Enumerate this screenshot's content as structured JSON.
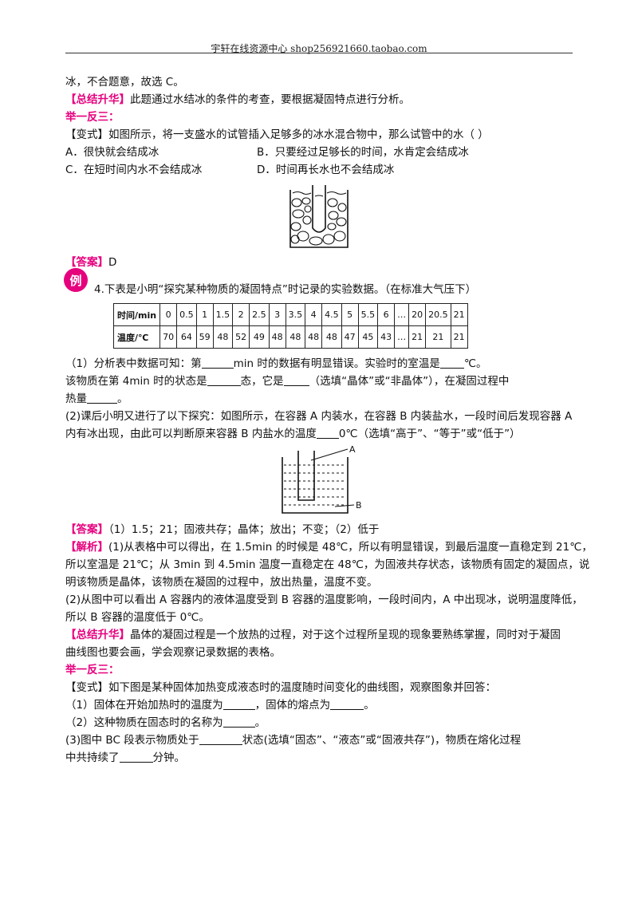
{
  "header": {
    "text": "宇轩在线资源中心   shop256921660.taobao.com"
  },
  "lines": {
    "l1": "冰，不合题意，故选 C。",
    "l2_tag": "【总结升华】",
    "l2_text": "此题通过水结冰的条件的考查，要根据凝固特点进行分析。",
    "l3": "举一反三：",
    "l4": "【变式】如图所示，将一支盛水的试管插入足够多的冰水混合物中，那么试管中的水（      ）",
    "optA": "A．很快就会结成冰",
    "optB": "B．只要经过足够长的时间，水肯定会结成冰",
    "optC": "C．在短时间内水不会结成冰",
    "optD": "D．时间再长水也不会结成冰",
    "ans1_tag": "【答案】",
    "ans1_text": "D",
    "ex_badge": "例",
    "q4": "4.下表是小明“探究某种物质的凝固特点”时记录的实验数据。（在标准大气压下）",
    "p1a": "（1）分析表中数据可知：第",
    "p1b": "min 时的数据有明显错误。实验时的室温是",
    "p1c": "℃。",
    "p2a": "该物质在第 4min 时的状态是",
    "p2b": "态，它是",
    "p2c": "（选填“晶体”或“非晶体”），在凝固过程中",
    "p3a": "热量",
    "p3b": "。",
    "p4": "(2)课后小明又进行了以下探究：如图所示，在容器 A 内装水，在容器 B 内装盐水，一段时间后发现容器 A",
    "p5a": "内有冰出现，由此可以判断原来容器 B 内盐水的温度",
    "p5b": "0℃（选填“高于”、“等于”或“低于”）",
    "ans2_tag": "【答案】",
    "ans2_text": "（1）1.5；21；固液共存；晶体；放出；不变；（2）低于",
    "exp_tag": "【解析】",
    "exp1": "(1)从表格中可以得出，在 1.5min 的时候是 48℃，所以有明显错误，到最后温度一直稳定到 21℃，",
    "exp2": "所以室温是 21℃；从 3min 到 4.5min 温度一直稳定在 48℃，为固液共存状态，该物质有固定的凝固点，说",
    "exp3": "明该物质是晶体，该物质在凝固的过程中，放出热量，温度不变。",
    "exp4": "(2)从图中可以看出 A 容器内的液体温度受到 B 容器的温度影响，一段时间内，A 中出现冰，说明温度降低，",
    "exp5": "所以 B 容器的温度低于 0℃。",
    "sum2_tag": "【总结升华】",
    "sum2_text": "晶体的凝固过程是一个放热的过程，对于这个过程所呈现的现象要熟练掌握，同时对于凝固",
    "sum2_cont": "曲线图也要会画，学会观察记录数据的表格。",
    "jf2": "举一反三：",
    "v2": "【变式】如下图是某种固体加热变成液态时的温度随时间变化的曲线图，观察图象并回答：",
    "v2q1a": "（1）固体在开始加热时的温度为",
    "v2q1b": "，固体的熔点为",
    "v2q1c": "。",
    "v2q2a": "（2）这种物质在固态时的名称为",
    "v2q2b": "。",
    "v2q3a": "(3)图中 BC 段表示物质处于",
    "v2q3b": "状态(选填“固态”、“液态”或“固液共存”)，物质在熔化过程",
    "v2q4a": "中共持续了",
    "v2q4b": "分钟。"
  },
  "table": {
    "row1_label": "时间/min",
    "row2_label": "温度/℃",
    "times": [
      "0",
      "0.5",
      "1",
      "1.5",
      "2",
      "2.5",
      "3",
      "3.5",
      "4",
      "4.5",
      "5",
      "5.5",
      "6",
      "…",
      "20",
      "20.5",
      "21"
    ],
    "temps": [
      "70",
      "64",
      "59",
      "48",
      "52",
      "49",
      "48",
      "48",
      "48",
      "48",
      "47",
      "45",
      "43",
      "…",
      "21",
      "21",
      "21"
    ]
  },
  "figure2": {
    "label_a": "A",
    "label_b": "B"
  },
  "colors": {
    "accent": "#e6007e"
  }
}
